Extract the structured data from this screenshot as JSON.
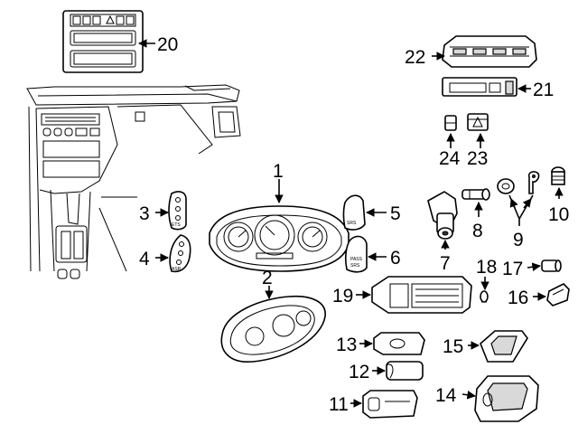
{
  "callouts": {
    "c1": "1",
    "c2": "2",
    "c3": "3",
    "c4": "4",
    "c5": "5",
    "c6": "6",
    "c7": "7",
    "c8": "8",
    "c9": "9",
    "c10": "10",
    "c11": "11",
    "c12": "12",
    "c13": "13",
    "c14": "14",
    "c15": "15",
    "c16": "16",
    "c17": "17",
    "c18": "18",
    "c19": "19",
    "c20": "20",
    "c21": "21",
    "c22": "22",
    "c23": "23",
    "c24": "24"
  },
  "switch_labels": {
    "s3_bottom": "ETS",
    "s4_bottom": "ASR",
    "s5": "SRS",
    "s6_line1": "PASS",
    "s6_line2": "SRS"
  }
}
